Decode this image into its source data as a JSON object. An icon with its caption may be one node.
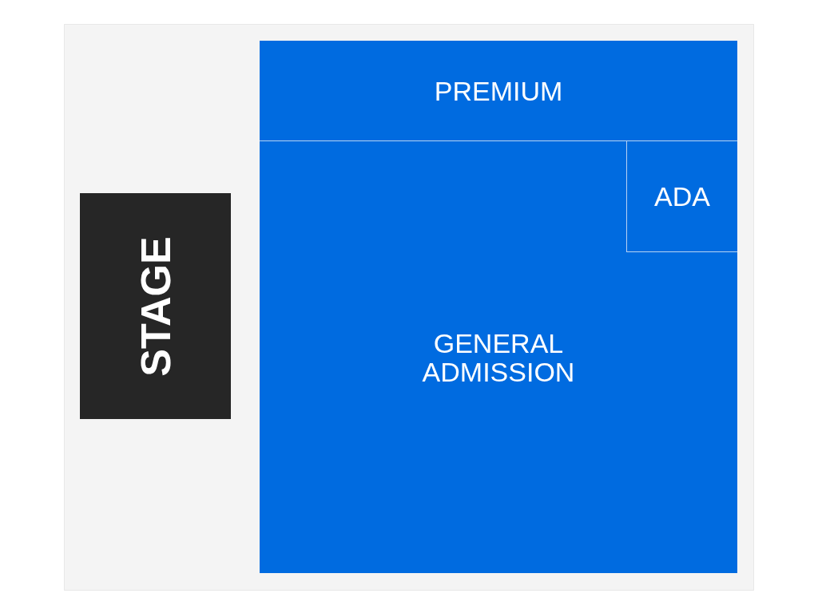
{
  "diagram": {
    "nodes": [
      {
        "text": [
          "STAGE"
        ]
      },
      {
        "text": [
          "PREMIUM"
        ]
      },
      {
        "text": [
          "GENERAL ADMISSION"
        ]
      },
      {
        "text": [
          "ADA"
        ],
        "in": 2
      }
    ]
  }
}
